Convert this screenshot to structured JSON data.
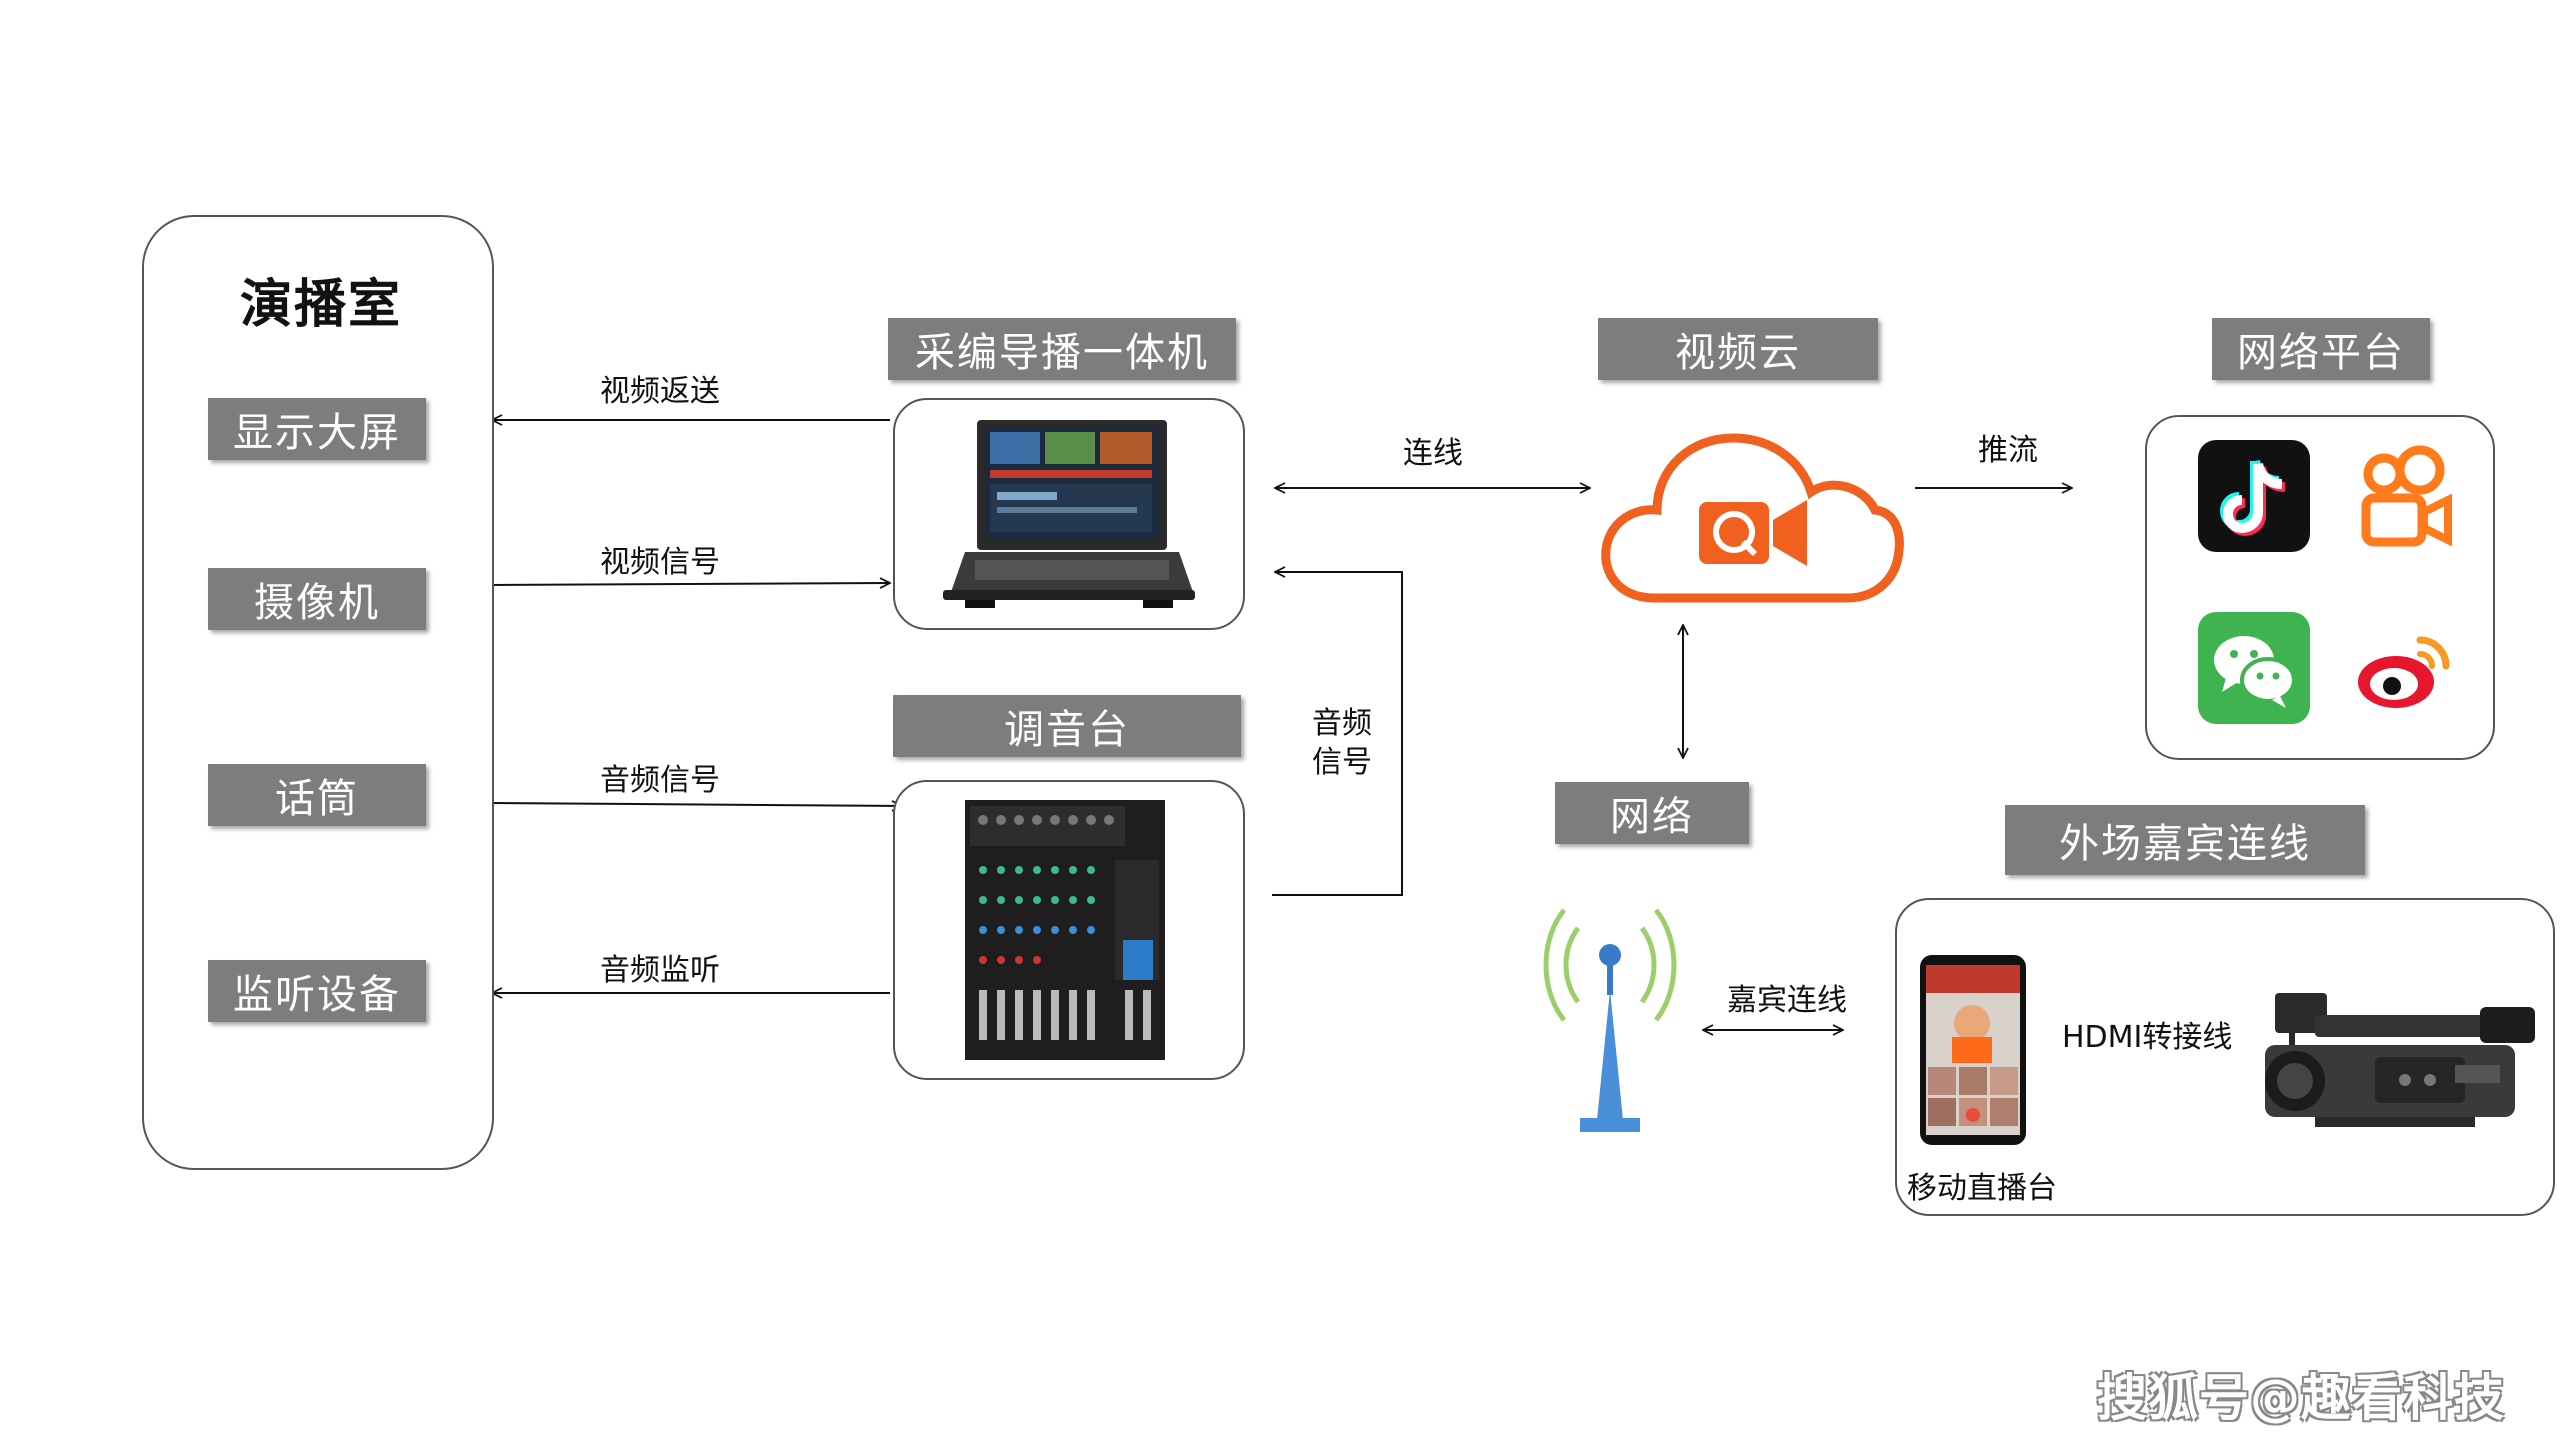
{
  "studio": {
    "title": "演播室",
    "items": [
      "显示大屏",
      "摄像机",
      "话筒",
      "监听设备"
    ]
  },
  "encoder": {
    "label": "采编导播一体机"
  },
  "mixer": {
    "label": "调音台"
  },
  "cloud": {
    "label": "视频云"
  },
  "platform": {
    "label": "网络平台"
  },
  "network": {
    "label": "网络"
  },
  "outside": {
    "label": "外场嘉宾连线",
    "phone_caption": "移动直播台",
    "cable_label": "HDMI转接线"
  },
  "arrows": {
    "video_return": "视频返送",
    "video_signal": "视频信号",
    "audio_signal": "音频信号",
    "audio_monitor": "音频监听",
    "link": "连线",
    "push": "推流",
    "audio_line1": "音频",
    "audio_line2": "信号",
    "guest_link": "嘉宾连线"
  },
  "watermark": "搜狐号@趣看科技",
  "icons": [
    "douyin-icon",
    "kuaishou-icon",
    "wechat-icon",
    "weibo-icon",
    "cloud-camera-icon",
    "antenna-icon",
    "laptop-image",
    "mixer-image",
    "phone-image",
    "camcorder-image"
  ],
  "colors": {
    "label_bg": "#7d7d7d",
    "cloud": "#f0601e",
    "antenna": "#4a90d9",
    "wave": "#9ccf6a"
  }
}
